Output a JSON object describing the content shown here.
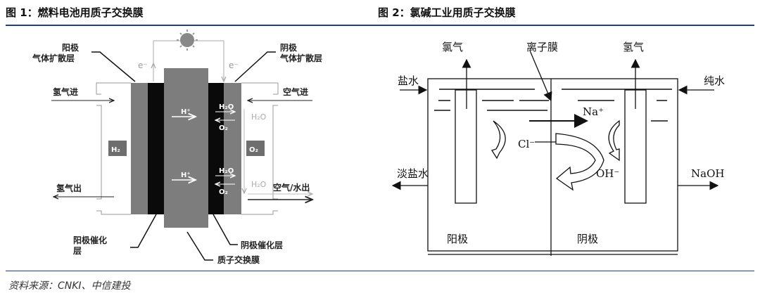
{
  "figure1": {
    "title": "图 1：燃料电池用质子交换膜",
    "labels": {
      "anode_gdl_1": "阳极",
      "anode_gdl_2": "气体扩散层",
      "cathode_gdl_1": "阴极",
      "cathode_gdl_2": "气体扩散层",
      "e_left": "e⁻",
      "e_right": "e⁻",
      "h2_in": "氢气进",
      "h2_out": "氢气出",
      "air_in": "空气进",
      "air_water_out": "空气/水出",
      "h2_box": "H₂",
      "o2_box": "O₂",
      "h_plus": "H⁺",
      "h2o": "H₂O",
      "o2": "O₂",
      "anode_cat_1": "阳极催化",
      "anode_cat_2": "层",
      "cathode_cat": "阴极催化层",
      "pem": "质子交换膜"
    }
  },
  "figure2": {
    "title": "图 2：氯碱工业用质子交换膜",
    "labels": {
      "chlorine": "氯气",
      "membrane": "离子膜",
      "hydrogen": "氢气",
      "brine": "盐水",
      "pure_water": "纯水",
      "na": "Na⁺",
      "cl": "Cl⁻",
      "oh": "OH⁻",
      "dilute_brine": "淡盐水",
      "naoh": "NaOH",
      "anode": "阳极",
      "cathode": "阴极"
    }
  },
  "source": "资料来源：CNKI、中信建投",
  "colors": {
    "accent": "#1f3f7f"
  }
}
